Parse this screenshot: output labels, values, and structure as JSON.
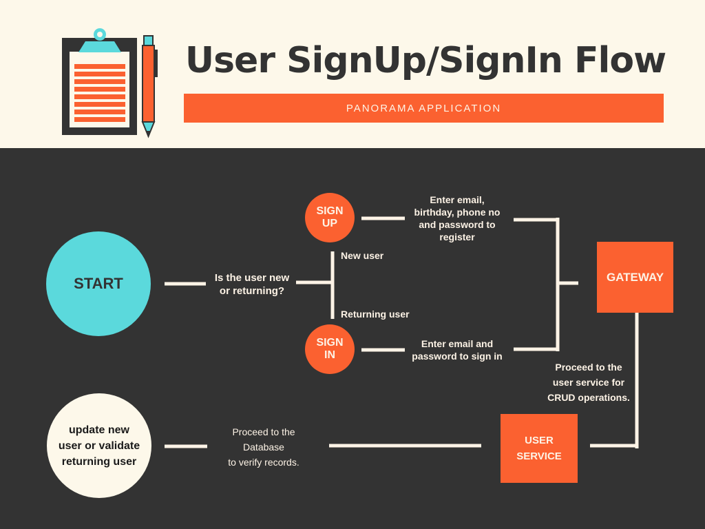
{
  "header": {
    "title": "User SignUp/SignIn Flow",
    "subtitle": "PANORAMA APPLICATION"
  },
  "nodes": {
    "start": "START",
    "sign_up": "SIGN\nUP",
    "sign_in": "SIGN\nIN",
    "gateway": "GATEWAY",
    "user_service": "USER\nSERVICE",
    "end": "update new\nuser or validate\nreturning user"
  },
  "labels": {
    "question": "Is the user new\nor returning?",
    "new_user": "New user",
    "returning_user": "Returning user",
    "signup_info": "Enter email,\nbirthday, phone no\nand password to\nregister",
    "signin_info": "Enter email and\npassword to sign in",
    "crud": "Proceed to the\nuser service for\nCRUD operations.",
    "database": "Proceed to the\nDatabase\nto verify records."
  },
  "colors": {
    "header_bg": "#fdf8ea",
    "body_bg": "#333333",
    "accent_orange": "#fb6130",
    "accent_cyan": "#5bd9dc",
    "light_text": "#fdf3e6"
  },
  "icons": [
    "clipboard-icon",
    "pen-icon"
  ]
}
